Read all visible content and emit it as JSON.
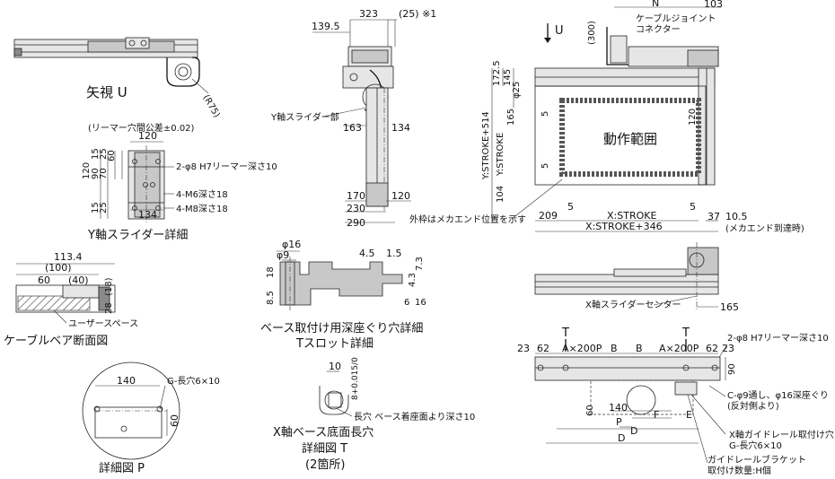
{
  "labels": {
    "view_u": "矢視 U",
    "r75": "(R75)",
    "u_arrow": "U",
    "reamer_tol": "(リーマー穴間公差±0.02)",
    "y_slider_detail": "Y軸スライダー詳細",
    "y_slider_part": "Y軸スライダー部",
    "reamer_2": "2-φ8 H7リーマー深さ10",
    "m6": "4-M6深さ18",
    "m8": "4-M8深さ18",
    "cable_bear_section": "ケーブルベア断面図",
    "user_space": "ユーザースペース",
    "counterbore_detail": "ベース取付け用深座ぐり穴詳細",
    "tslot_detail": "Tスロット詳細",
    "detail_p": "詳細図 P",
    "g_slot": "G-長穴6×10",
    "slot_note": "長穴 ベース着座面より深さ10",
    "x_base_slot_1": "X軸ベース底面長穴",
    "x_base_slot_2": "詳細図 T",
    "x_base_slot_3": "(2箇所)",
    "cable_joint_1": "ケーブルジョイント",
    "cable_joint_2": "コネクター",
    "range": "動作範囲",
    "outer_frame": "外枠はメカエンド位置を示す",
    "mech_end": "(メカエンド到達時)",
    "x_slider_center": "X軸スライダーセンター",
    "reamer_2b": "2-φ8 H7リーマー深さ10",
    "c_hole_1": "C-φ9通し、φ16深座ぐり",
    "c_hole_2": "(反対側より)",
    "guide_rail_1": "X軸ガイドレール取付け穴",
    "guide_rail_2": "G-長穴6×10",
    "bracket_1": "ガイドレールブラケット",
    "bracket_2": "取付け数量:H個",
    "x_stroke": "X:STROKE",
    "x_stroke_346": "X:STROKE+346",
    "y_stroke": "Y:STROKE",
    "y_stroke_514": "Y:STROKE+514",
    "t1": "T",
    "t2": "T",
    "p_label": "P",
    "note_mark": "(25) ※1"
  },
  "dims": {
    "d139_5": "139.5",
    "d323": "323",
    "d163": "163",
    "d134a": "134",
    "d170": "170",
    "d120a": "120",
    "d230": "230",
    "d290": "290",
    "d120b": "120",
    "d15a": "15",
    "d25a": "25",
    "d60a": "60",
    "d120c": "120",
    "d90a": "90",
    "d70a": "70",
    "d15b": "15",
    "d25b": "25",
    "d134b": "134",
    "d113_4": "113.4",
    "d100": "(100)",
    "d60b": "60",
    "d40": "(40)",
    "d18": "(18)",
    "d28": "28",
    "d16": "φ16",
    "d9": "φ9",
    "d4_5": "4.5",
    "d1_5": "1.5",
    "d18b": "18",
    "d8_5": "8.5",
    "d4_3": "4.3",
    "d7_3": "7.3",
    "d6": "6",
    "d16b": "16",
    "d140a": "140",
    "d60c": "60",
    "d10": "10",
    "d8tol": "8+0.015/0",
    "dN": "N",
    "d103": "103",
    "d300": "(300)",
    "d172_5": "172.5",
    "d145": "145",
    "d25c": "φ25",
    "d5a": "5",
    "d165a": "165",
    "d120d": "120",
    "d5b": "5",
    "d104": "104",
    "d209": "209",
    "d5c": "5",
    "d5d": "5",
    "d37": "37",
    "d10_5": "10.5",
    "d165b": "165",
    "d23a": "23",
    "d62a": "62",
    "dA200a": "A×200P",
    "dB1": "B",
    "dB2": "B",
    "dA200b": "A×200P",
    "d62b": "62",
    "d23b": "23",
    "d90b": "90",
    "d60d": "60",
    "d140b": "140",
    "dF": "F",
    "dE": "E",
    "dP": "P",
    "dD1": "D",
    "dD2": "D"
  }
}
